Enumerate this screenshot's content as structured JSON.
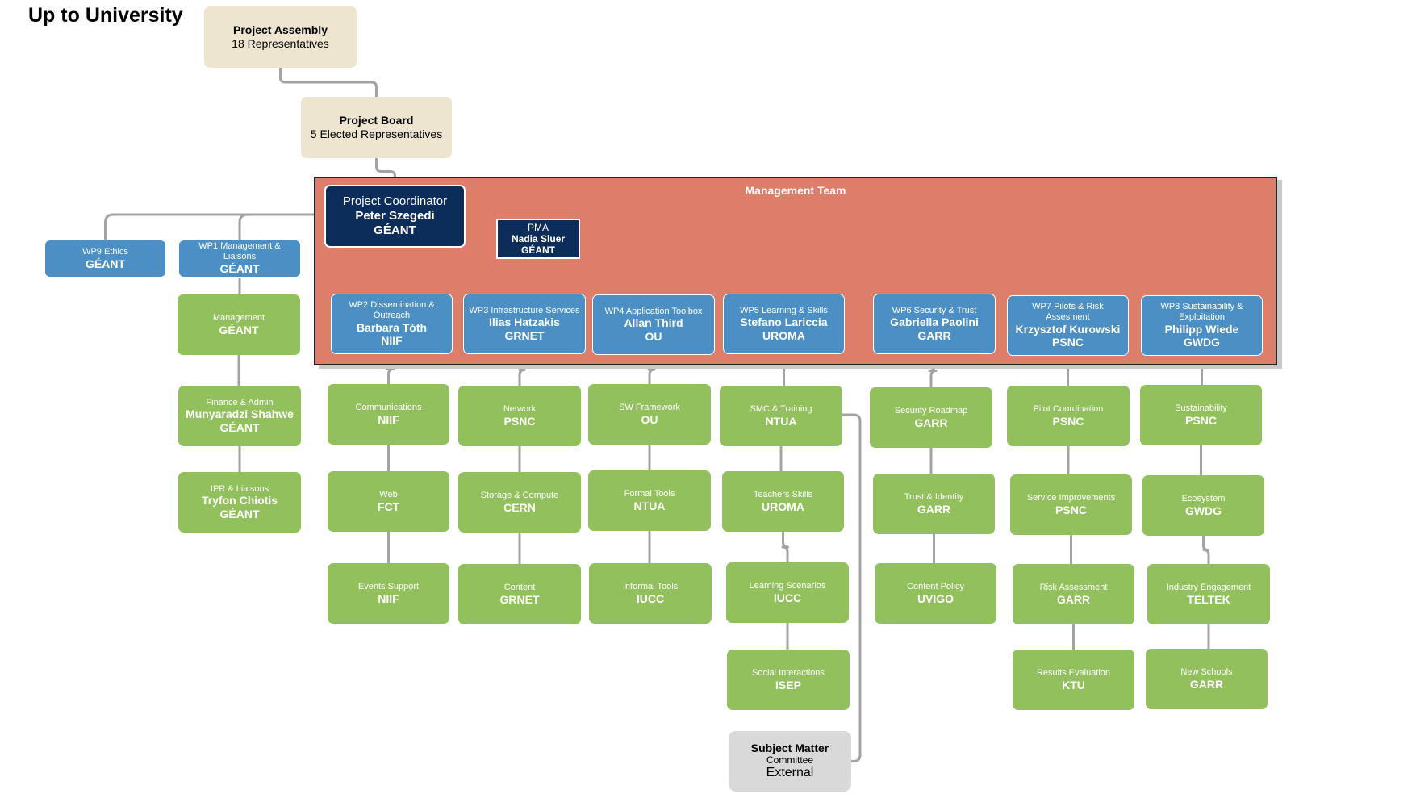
{
  "title": "Up to University",
  "management_team_label": "Management Team",
  "nodes": [
    {
      "id": "assembly",
      "style": "tan",
      "lines": [
        "Project Assembly",
        "18 Representatives"
      ]
    },
    {
      "id": "board",
      "style": "tan",
      "lines": [
        "Project Board",
        "5 Elected Representatives"
      ]
    },
    {
      "id": "coordinator",
      "style": "navy",
      "lines": [
        "Project Coordinator",
        "Peter Szegedi",
        "GÉANT"
      ]
    },
    {
      "id": "pma",
      "style": "pma",
      "lines": [
        "PMA",
        "Nadia Sluer",
        "GÉANT"
      ]
    },
    {
      "id": "wp9",
      "style": "blue",
      "lines": [
        "WP9 Ethics",
        "GÉANT"
      ]
    },
    {
      "id": "wp1",
      "style": "blue",
      "lines": [
        "WP1 Management & Liaisons",
        "GÉANT"
      ]
    },
    {
      "id": "wp1-management",
      "style": "green",
      "lines": [
        "Management",
        "GÉANT"
      ]
    },
    {
      "id": "wp1-finance",
      "style": "green",
      "lines": [
        "Finance & Admin",
        "Munyaradzi Shahwe",
        "GÉANT"
      ]
    },
    {
      "id": "wp1-ipr",
      "style": "green",
      "lines": [
        "IPR & Liaisons",
        "Tryfon Chiotis",
        "GÉANT"
      ]
    },
    {
      "id": "wp2",
      "style": "blue",
      "lines": [
        "WP2 Dissemination & Outreach",
        "Barbara Tóth",
        "NIIF"
      ]
    },
    {
      "id": "wp2-communications",
      "style": "green",
      "lines": [
        "Communications",
        "NIIF"
      ]
    },
    {
      "id": "wp2-web",
      "style": "green",
      "lines": [
        "Web",
        "FCT"
      ]
    },
    {
      "id": "wp2-events",
      "style": "green",
      "lines": [
        "Events Support",
        "NIIF"
      ]
    },
    {
      "id": "wp3",
      "style": "blue",
      "lines": [
        "WP3 Infrastructure Services",
        "Ilias Hatzakis",
        "GRNET"
      ]
    },
    {
      "id": "wp3-network",
      "style": "green",
      "lines": [
        "Network",
        "PSNC"
      ]
    },
    {
      "id": "wp3-storage",
      "style": "green",
      "lines": [
        "Storage & Compute",
        "CERN"
      ]
    },
    {
      "id": "wp3-content",
      "style": "green",
      "lines": [
        "Content",
        "GRNET"
      ]
    },
    {
      "id": "wp4",
      "style": "blue",
      "lines": [
        "WP4 Application Toolbox",
        "Allan Third",
        "OU"
      ]
    },
    {
      "id": "wp4-sw",
      "style": "green",
      "lines": [
        "SW Framework",
        "OU"
      ]
    },
    {
      "id": "wp4-formal",
      "style": "green",
      "lines": [
        "Formal Tools",
        "NTUA"
      ]
    },
    {
      "id": "wp4-informal",
      "style": "green",
      "lines": [
        "Informal Tools",
        "IUCC"
      ]
    },
    {
      "id": "wp5",
      "style": "blue",
      "lines": [
        "WP5 Learning & Skills",
        "Stefano Lariccia",
        "UROMA"
      ]
    },
    {
      "id": "wp5-smc",
      "style": "green",
      "lines": [
        "SMC & Training",
        "NTUA"
      ]
    },
    {
      "id": "wp5-teachers",
      "style": "green",
      "lines": [
        "Teachers Skills",
        "UROMA"
      ]
    },
    {
      "id": "wp5-learning",
      "style": "green",
      "lines": [
        "Learning Scenarios",
        "IUCC"
      ]
    },
    {
      "id": "wp5-social",
      "style": "green",
      "lines": [
        "Social Interactions",
        "ISEP"
      ]
    },
    {
      "id": "smc",
      "style": "grey",
      "lines": [
        "Subject Matter",
        "Committee",
        "External"
      ]
    },
    {
      "id": "wp6",
      "style": "blue",
      "lines": [
        "WP6 Security & Trust",
        "Gabriella Paolini",
        "GARR"
      ]
    },
    {
      "id": "wp6-roadmap",
      "style": "green",
      "lines": [
        "Security Roadmap",
        "GARR"
      ]
    },
    {
      "id": "wp6-trust",
      "style": "green",
      "lines": [
        "Trust & Identity",
        "GARR"
      ]
    },
    {
      "id": "wp6-policy",
      "style": "green",
      "lines": [
        "Content Policy",
        "UVIGO"
      ]
    },
    {
      "id": "wp7",
      "style": "blue",
      "lines": [
        "WP7 Pilots & Risk Assesment",
        "Krzysztof Kurowski",
        "PSNC"
      ]
    },
    {
      "id": "wp7-pilot",
      "style": "green",
      "lines": [
        "Pilot Coordination",
        "PSNC"
      ]
    },
    {
      "id": "wp7-service",
      "style": "green",
      "lines": [
        "Service Improvements",
        "PSNC"
      ]
    },
    {
      "id": "wp7-risk",
      "style": "green",
      "lines": [
        "Risk Assessment",
        "GARR"
      ]
    },
    {
      "id": "wp7-results",
      "style": "green",
      "lines": [
        "Results Evaluation",
        "KTU"
      ]
    },
    {
      "id": "wp8",
      "style": "blue",
      "lines": [
        "WP8 Sustainability & Exploitation",
        "Philipp Wiede",
        "GWDG"
      ]
    },
    {
      "id": "wp8-sustainability",
      "style": "green",
      "lines": [
        "Sustainability",
        "PSNC"
      ]
    },
    {
      "id": "wp8-ecosystem",
      "style": "green",
      "lines": [
        "Ecosystem",
        "GWDG"
      ]
    },
    {
      "id": "wp8-industry",
      "style": "green",
      "lines": [
        "Industry Engagement",
        "TELTEK"
      ]
    },
    {
      "id": "wp8-schools",
      "style": "green",
      "lines": [
        "New Schools",
        "GARR"
      ]
    }
  ],
  "edges": [
    [
      "assembly",
      "board"
    ],
    [
      "board",
      "coordinator"
    ],
    [
      "coordinator",
      "pma"
    ],
    [
      "coordinator",
      "wp9"
    ],
    [
      "coordinator",
      "wp1"
    ],
    [
      "coordinator",
      "wp2"
    ],
    [
      "coordinator",
      "wp3"
    ],
    [
      "coordinator",
      "wp4"
    ],
    [
      "coordinator",
      "wp5"
    ],
    [
      "coordinator",
      "wp6"
    ],
    [
      "coordinator",
      "wp7"
    ],
    [
      "coordinator",
      "wp8"
    ],
    [
      "wp1",
      "wp1-management"
    ],
    [
      "wp1-management",
      "wp1-finance"
    ],
    [
      "wp1-finance",
      "wp1-ipr"
    ],
    [
      "wp2",
      "wp2-communications"
    ],
    [
      "wp2-communications",
      "wp2-web"
    ],
    [
      "wp2-web",
      "wp2-events"
    ],
    [
      "wp3",
      "wp3-network"
    ],
    [
      "wp3-network",
      "wp3-storage"
    ],
    [
      "wp3-storage",
      "wp3-content"
    ],
    [
      "wp4",
      "wp4-sw"
    ],
    [
      "wp4-sw",
      "wp4-formal"
    ],
    [
      "wp4-formal",
      "wp4-informal"
    ],
    [
      "wp5",
      "wp5-smc"
    ],
    [
      "wp5-smc",
      "wp5-teachers"
    ],
    [
      "wp5-teachers",
      "wp5-learning"
    ],
    [
      "wp5-learning",
      "wp5-social"
    ],
    [
      "wp5-smc",
      "smc"
    ],
    [
      "wp6",
      "wp6-roadmap"
    ],
    [
      "wp6-roadmap",
      "wp6-trust"
    ],
    [
      "wp6-trust",
      "wp6-policy"
    ],
    [
      "wp7",
      "wp7-pilot"
    ],
    [
      "wp7-pilot",
      "wp7-service"
    ],
    [
      "wp7-service",
      "wp7-risk"
    ],
    [
      "wp7-risk",
      "wp7-results"
    ],
    [
      "wp8",
      "wp8-sustainability"
    ],
    [
      "wp8-sustainability",
      "wp8-ecosystem"
    ],
    [
      "wp8-ecosystem",
      "wp8-industry"
    ],
    [
      "wp8-industry",
      "wp8-schools"
    ]
  ],
  "colors": {
    "line": "#a3a3a3",
    "management_team": "#dc7e6a",
    "coordinator": "#0c2c5a",
    "work_package": "#4b8fc4",
    "task": "#92c05d",
    "governance": "#ede5cf",
    "external": "#d9d9d9"
  }
}
